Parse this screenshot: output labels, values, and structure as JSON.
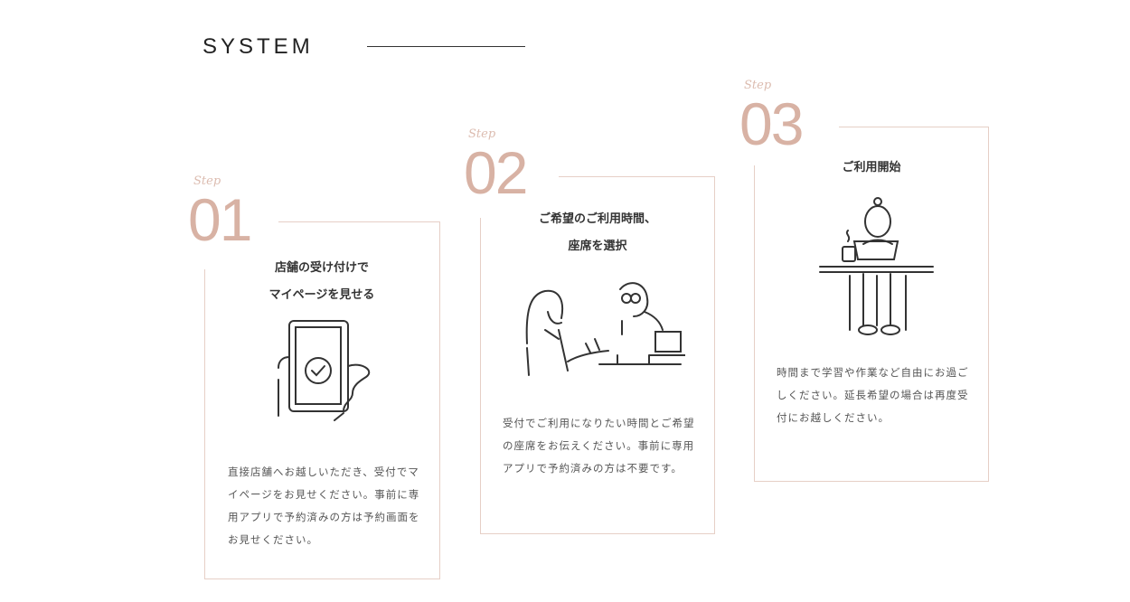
{
  "section_title": "SYSTEM",
  "accent_color": "#d8b2a4",
  "steps": [
    {
      "label": "Step",
      "number": "01",
      "heading_lines": [
        "店舗の受け付けで",
        "マイページを見せる"
      ],
      "body": "直接店舗へお越しいただき、受付でマイページをお見せください。事前に専用アプリで予約済みの方は予約画面をお見せください。",
      "illustration": "smartphone-check-icon"
    },
    {
      "label": "Step",
      "number": "02",
      "heading_lines": [
        "ご希望のご利用時間、",
        "座席を選択"
      ],
      "body": "受付でご利用になりたい時間とご希望の座席をお伝えください。事前に専用アプリで予約済みの方は不要です。",
      "illustration": "reception-counter-icon"
    },
    {
      "label": "Step",
      "number": "03",
      "heading_lines": [
        "ご利用開始"
      ],
      "body": "時間まで学習や作業など自由にお過ごしください。延長希望の場合は再度受付にお越しください。",
      "illustration": "person-laptop-icon"
    }
  ]
}
